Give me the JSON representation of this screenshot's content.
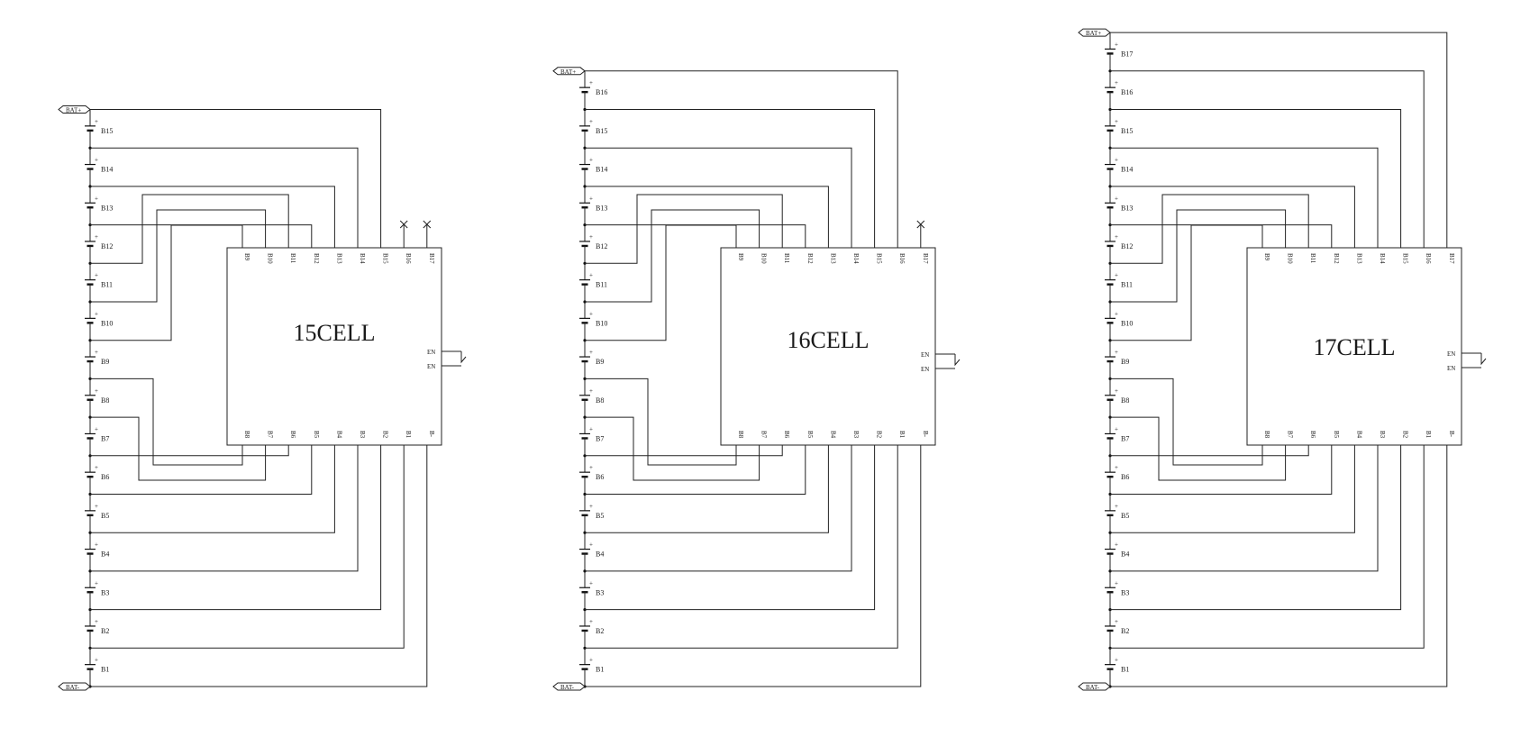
{
  "diagrams": [
    {
      "chip_label": "15CELL",
      "top_label": "BAT+",
      "bottom_label": "BAT-",
      "cells": [
        "B1",
        "B2",
        "B3",
        "B4",
        "B5",
        "B6",
        "B7",
        "B8",
        "B9",
        "B10",
        "B11",
        "B12",
        "B13",
        "B14",
        "B15"
      ],
      "top_pins": [
        "B9",
        "B10",
        "B11",
        "B12",
        "B13",
        "B14",
        "B15",
        "B16",
        "B17"
      ],
      "bottom_pins": [
        "B8",
        "B7",
        "B6",
        "B5",
        "B4",
        "B3",
        "B2",
        "B1",
        "B-"
      ],
      "right_pins": [
        "EN",
        "EN"
      ],
      "unconnected_pins": [
        "B16",
        "B17"
      ]
    },
    {
      "chip_label": "16CELL",
      "top_label": "BAT+",
      "bottom_label": "BAT-",
      "cells": [
        "B1",
        "B2",
        "B3",
        "B4",
        "B5",
        "B6",
        "B7",
        "B8",
        "B9",
        "B10",
        "B11",
        "B12",
        "B13",
        "B14",
        "B15",
        "B16"
      ],
      "top_pins": [
        "B9",
        "B10",
        "B11",
        "B12",
        "B13",
        "B14",
        "B15",
        "B16",
        "B17"
      ],
      "bottom_pins": [
        "B8",
        "B7",
        "B6",
        "B5",
        "B4",
        "B3",
        "B2",
        "B1",
        "B-"
      ],
      "right_pins": [
        "EN",
        "EN"
      ],
      "unconnected_pins": [
        "B17"
      ]
    },
    {
      "chip_label": "17CELL",
      "top_label": "BAT+",
      "bottom_label": "BAT-",
      "cells": [
        "B1",
        "B2",
        "B3",
        "B4",
        "B5",
        "B6",
        "B7",
        "B8",
        "B9",
        "B10",
        "B11",
        "B12",
        "B13",
        "B14",
        "B15",
        "B16",
        "B17"
      ],
      "top_pins": [
        "B9",
        "B10",
        "B11",
        "B12",
        "B13",
        "B14",
        "B15",
        "B16",
        "B17"
      ],
      "bottom_pins": [
        "B8",
        "B7",
        "B6",
        "B5",
        "B4",
        "B3",
        "B2",
        "B1",
        "B-"
      ],
      "right_pins": [
        "EN",
        "EN"
      ],
      "unconnected_pins": []
    }
  ],
  "plus_sign": "+"
}
